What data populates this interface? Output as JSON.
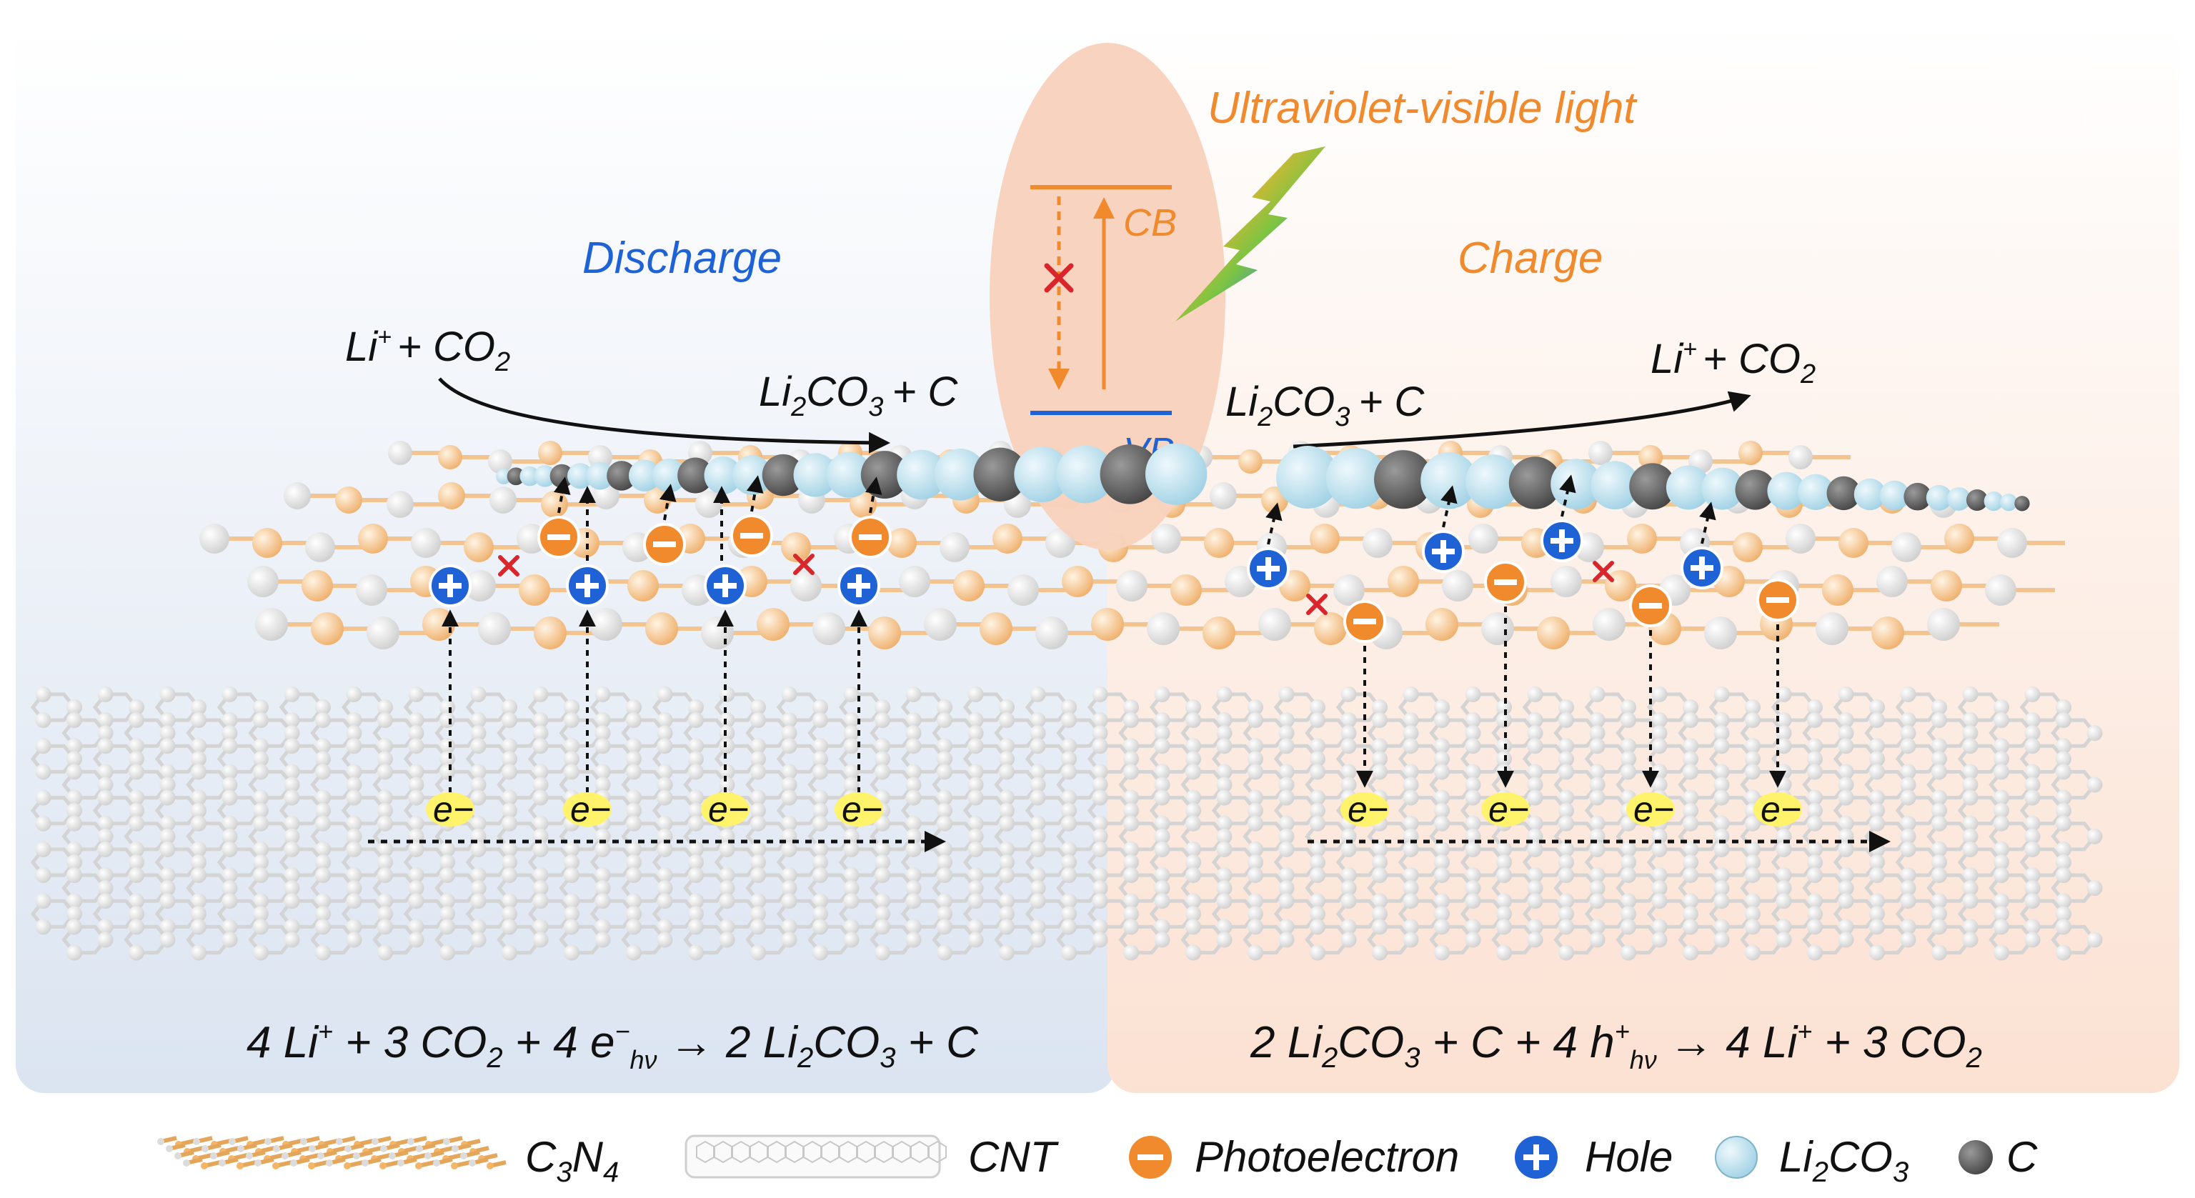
{
  "colors": {
    "discharge_bg": "#dfe6f2",
    "charge_bg": "#fbe5d8",
    "center_oval": "#f8d4bf",
    "orange": "#f08a2c",
    "blue": "#1f62d6",
    "c3n4_atom": "#f6c68e",
    "cnt_atom": "#e6e6e6",
    "li2co3": "#bfe0ef",
    "carbon": "#666666",
    "error_x": "#d8262b"
  },
  "labels": {
    "light": "Ultraviolet-visible light",
    "cb": "CB",
    "vb": "VB",
    "discharge": "Discharge",
    "charge": "Charge"
  },
  "discharge": {
    "reactant_li": "Li",
    "reactant_rest": "+ CO",
    "reactant_sub": "2",
    "product_a": "Li",
    "product_sub1": "2",
    "product_b": "CO",
    "product_sub2": "3",
    "product_c": "+ C",
    "electron": "e−",
    "equation": {
      "t1": "4 Li",
      "s1": "+",
      "t2": " + 3 CO",
      "s2": "2",
      "t3": " + 4 e",
      "s3": "−",
      "s4": "hν",
      "t4": " → 2 Li",
      "s5": "2",
      "t5": "CO",
      "s6": "3",
      "t6": " + C"
    }
  },
  "charge": {
    "reactant_a": "Li",
    "reactant_sub1": "2",
    "reactant_b": "CO",
    "reactant_sub2": "3",
    "reactant_c": "+ C",
    "product_li": "Li",
    "product_rest": "+ CO",
    "product_sub": "2",
    "electron": "e−",
    "equation": {
      "t1": "2 Li",
      "s1": "2",
      "t2": "CO",
      "s2": "3",
      "t3": " + C + 4 h",
      "s3": "+",
      "s4": "hν",
      "t4": " → 4 Li",
      "s5": "+",
      "t5": " + 3 CO",
      "s6": "2"
    }
  },
  "legend": {
    "c3n4": "C",
    "c3n4_sub1": "3",
    "c3n4_mid": "N",
    "c3n4_sub2": "4",
    "cnt": "CNT",
    "photoelectron": "Photoelectron",
    "hole": "Hole",
    "li2co3_a": "Li",
    "li2co3_sub1": "2",
    "li2co3_b": "CO",
    "li2co3_sub2": "3",
    "carbon": "C"
  },
  "icons": [
    "photoelectron-minus-icon",
    "hole-plus-icon",
    "li2co3-sphere-icon",
    "carbon-sphere-icon",
    "lightning-bolt-icon",
    "blocked-x-icon"
  ]
}
